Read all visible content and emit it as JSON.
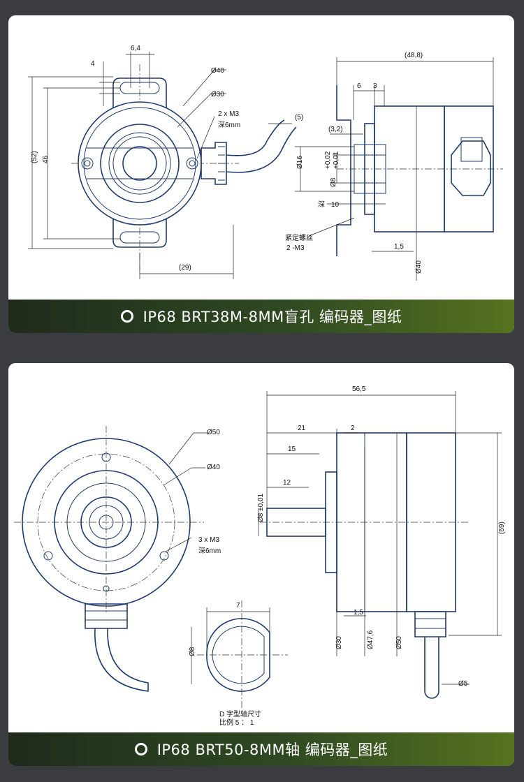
{
  "panels": [
    {
      "title": "IP68 BRT38M-8MM盲孔 编码器_图纸",
      "labels": {
        "d64": "6,4",
        "d4": "4",
        "d40": "Ø40",
        "d30": "Ø30",
        "m3": "2 x  M3",
        "deep": "深6mm",
        "d52": "(52)",
        "d46": "46",
        "d29": "(29)",
        "d5": "(5)",
        "d488": "(48,8)",
        "d6": "6",
        "d3": "3",
        "d32": "(3,2)",
        "tol1": "+0,02",
        "tol2": "+0,01",
        "d16": "Ø16",
        "d8": "Ø8",
        "deep10": "深",
        "d10": "10",
        "screw": "紧定螺丝",
        "screw2": "2 -M3",
        "d15": "1,5",
        "d40b": "Ø40"
      }
    },
    {
      "title": "IP68 BRT50-8MM轴 编码器_图纸",
      "labels": {
        "d50": "Ø50",
        "d40": "Ø40",
        "m3": "3 x  M3",
        "deep": "深6mm",
        "d565": "56,5",
        "d21": "21",
        "d2": "2",
        "d15": "15",
        "d12": "12",
        "d8tol": "Ø8 ±0,01",
        "d59": "(59)",
        "d15b": "1,5",
        "d30": "Ø30",
        "d476": "Ø47,6",
        "d50b": "Ø50",
        "d5": "Ø5",
        "d7": "7",
        "d8": "Ø8",
        "dshape": "D 字型轴尺寸",
        "scale": "比例 5 ： 1"
      }
    }
  ]
}
